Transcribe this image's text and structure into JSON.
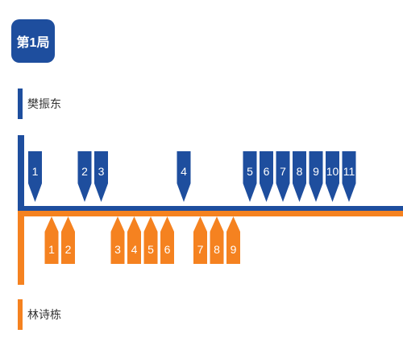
{
  "game_label": "第1局",
  "colors": {
    "blue": "#1e4e9e",
    "orange": "#f58220",
    "text": "#333333"
  },
  "top_player": {
    "name": "樊振东",
    "points": [
      {
        "number": "1",
        "slot": 1
      },
      {
        "number": "2",
        "slot": 4
      },
      {
        "number": "3",
        "slot": 5
      },
      {
        "number": "4",
        "slot": 10
      },
      {
        "number": "5",
        "slot": 14
      },
      {
        "number": "6",
        "slot": 15
      },
      {
        "number": "7",
        "slot": 16
      },
      {
        "number": "8",
        "slot": 17
      },
      {
        "number": "9",
        "slot": 18
      },
      {
        "number": "10",
        "slot": 19
      },
      {
        "number": "11",
        "slot": 20
      }
    ]
  },
  "bottom_player": {
    "name": "林诗栋",
    "points": [
      {
        "number": "1",
        "slot": 2
      },
      {
        "number": "2",
        "slot": 3
      },
      {
        "number": "3",
        "slot": 6
      },
      {
        "number": "4",
        "slot": 7
      },
      {
        "number": "5",
        "slot": 8
      },
      {
        "number": "6",
        "slot": 9
      },
      {
        "number": "7",
        "slot": 11
      },
      {
        "number": "8",
        "slot": 12
      },
      {
        "number": "9",
        "slot": 13
      }
    ]
  }
}
